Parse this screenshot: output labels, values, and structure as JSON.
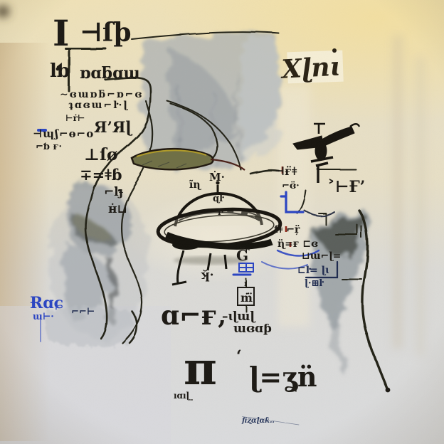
{
  "artwork": {
    "description": "abstract ink-and-wash pseudo-schematic drawing on paper",
    "palette": {
      "paper_warm": "#e7dfc6",
      "paper_cool": "#d6d9df",
      "glow": "#f2df9e",
      "tan_edge": "#c4a87c",
      "ink": "#1c1914",
      "navy": "#1e2a4e",
      "blue": "#2a44c2",
      "red": "#8a2416",
      "olive": "#6f6f45",
      "smudge_light": "#a9b0b6",
      "smudge_dark": "#4b514d"
    },
    "glyphs": {
      "i_mark": "I",
      "tsb": "⊣ſþ",
      "lb": "ŀƅ",
      "papa": "ɒɑƃɑɯ",
      "chain_a": "∼ɞɯɒƃ⌐ɒ⌐ɞ",
      "chain_b": "ʇɑɞɯ⌐ŀ·ɭ",
      "lc0": "⊢ṙ⊢",
      "lc1": "⊣ɰʃ⌐ɵ⌐o",
      "lc2": "Я’Яɭ",
      "lc3": "⌐ƅ ғ·",
      "lc4": "⊥ſø",
      "lc5": "∓=ǂɓ",
      "lc6": "⌐ŀ̇ɟ",
      "lc7": "ʜ̇⊔",
      "xlnt": "Xɭnɩ",
      "leaf1": "ĩɳ",
      "leaf2": "Ṁ·",
      "leaf3": "ɋ̇ŀ",
      "leaf4": "ɪ·",
      "rc1": "⊣ғ̈ǂ",
      "rc2": "⌐ɞ̈·",
      "drone_sub": "˃⊢Ғ’",
      "sr1": "ſǂ ⌐ŗ̈",
      "sr2": "ɳ̈=ғ ⊏ɞ",
      "sr3": "⊔ɯ⌐ɭ=",
      "sr4": "⊏ŀ= ɭɩ",
      "sr5": "ɭ·⊞ŀ",
      "g_mark": "Ɠ̆",
      "feet": "ʞ̆·",
      "m_box": "ṁ̈",
      "i_small": "ɪ",
      "bold_atf": "ɑ⌐ғ‚",
      "chain_c": "–ɩɭɯɭ",
      "map": "ɯɞɑƥ",
      "pi": "π",
      "tick": "ʻ",
      "seal": "ɭ=ʓn̈",
      "small_bl": "ıɑıɭˍ",
      "blue1": "Ɍɑɕ",
      "blue2": "ɯ⊢·",
      "navy_small": "⌐⌐⊢",
      "sig": "ﬁʐɑɭɑƙ‥"
    }
  }
}
